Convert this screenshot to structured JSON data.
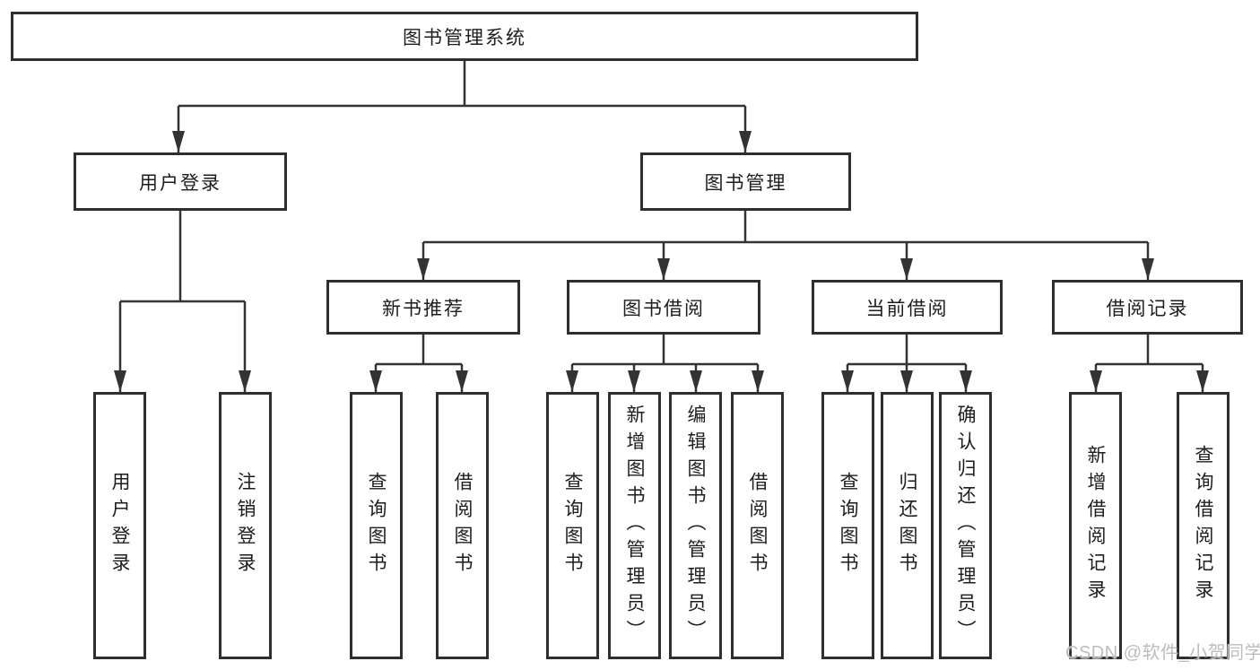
{
  "tree": {
    "root": {
      "label": "图书管理系统"
    },
    "branches": [
      {
        "label": "用户登录",
        "children": [
          {
            "label": "用户登录"
          },
          {
            "label": "注销登录"
          }
        ]
      },
      {
        "label": "图书管理",
        "children": [
          {
            "label": "新书推荐",
            "children": [
              {
                "label": "查询图书"
              },
              {
                "label": "借阅图书"
              }
            ]
          },
          {
            "label": "图书借阅",
            "children": [
              {
                "label": "查询图书"
              },
              {
                "label": "新增图书（管理员）"
              },
              {
                "label": "编辑图书（管理员）"
              },
              {
                "label": "借阅图书"
              }
            ]
          },
          {
            "label": "当前借阅",
            "children": [
              {
                "label": "查询图书"
              },
              {
                "label": "归还图书"
              },
              {
                "label": "确认归还（管理员）"
              }
            ]
          },
          {
            "label": "借阅记录",
            "children": [
              {
                "label": "新增借阅记录"
              },
              {
                "label": "查询借阅记录"
              }
            ]
          }
        ]
      }
    ]
  },
  "watermark": "CSDN @软件_小贺同学",
  "colors": {
    "line": "#333333",
    "box_border": "#2e2e2e",
    "text": "#1d1d1f",
    "background": "#ffffff",
    "watermark": "#bdbdbd"
  }
}
